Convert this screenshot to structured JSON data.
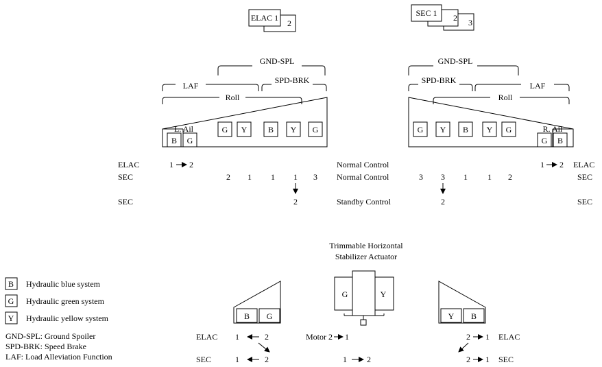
{
  "computers": {
    "elac_front": "ELAC 1",
    "elac_back": "2",
    "sec_front": "SEC 1",
    "sec_mid": "2",
    "sec_back": "3"
  },
  "brackets": {
    "left_gnd_spl": "GND-SPL",
    "left_spd_brk": "SPD-BRK",
    "left_laf": "LAF",
    "left_roll": "Roll",
    "right_gnd_spl": "GND-SPL",
    "right_spd_brk": "SPD-BRK",
    "right_laf": "LAF",
    "right_roll": "Roll"
  },
  "left_wing": {
    "aileron_label": "L. Ail",
    "aileron_boxes": [
      "B",
      "G"
    ],
    "spoiler_boxes": [
      "G",
      "Y",
      "B",
      "Y",
      "G"
    ]
  },
  "right_wing": {
    "aileron_label": "R. Ail",
    "aileron_boxes": [
      "G",
      "B"
    ],
    "spoiler_boxes": [
      "G",
      "Y",
      "B",
      "Y",
      "G"
    ]
  },
  "control_rows": {
    "elac": {
      "left_label": "ELAC",
      "left_ail": "1",
      "left_ail2": "2",
      "mode": "Normal Control",
      "right_ail": "1",
      "right_ail2": "2",
      "right_label": "ELAC"
    },
    "sec": {
      "left_label": "SEC",
      "left_spoilers": [
        "2",
        "1",
        "1",
        "1",
        "3"
      ],
      "mode": "Normal Control",
      "right_spoilers": [
        "3",
        "3",
        "1",
        "1",
        "2"
      ],
      "right_label": "SEC"
    },
    "standby": {
      "left_label": "SEC",
      "left_value": "2",
      "mode": "Standby Control",
      "right_value": "2",
      "right_label": "SEC"
    }
  },
  "legend": {
    "items": [
      {
        "key": "B",
        "label": "Hydraulic blue system"
      },
      {
        "key": "G",
        "label": "Hydraulic green system"
      },
      {
        "key": "Y",
        "label": "Hydraulic yellow system"
      }
    ],
    "abbreviations": [
      "GND-SPL: Ground Spoiler",
      "SPD-BRK: Speed Brake",
      "LAF: Load Alleviation Function"
    ]
  },
  "tail": {
    "ths_title_line1": "Trimmable Horizontal",
    "ths_title_line2": "Stabilizer Actuator",
    "left_elevator_boxes": [
      "B",
      "G"
    ],
    "ths_boxes": [
      "G",
      "Y"
    ],
    "right_elevator_boxes": [
      "Y",
      "B"
    ],
    "left_elac_label": "ELAC",
    "left_elac_a": "1",
    "left_elac_b": "2",
    "left_sec_label": "SEC",
    "left_sec_a": "1",
    "left_sec_b": "2",
    "motor_label": "Motor 2",
    "motor_a": "1",
    "ths_sec_a": "1",
    "ths_sec_b": "2",
    "right_elac_a": "2",
    "right_elac_b": "1",
    "right_elac_label": "ELAC",
    "right_sec_a": "2",
    "right_sec_b": "1",
    "right_sec_label": "SEC"
  }
}
